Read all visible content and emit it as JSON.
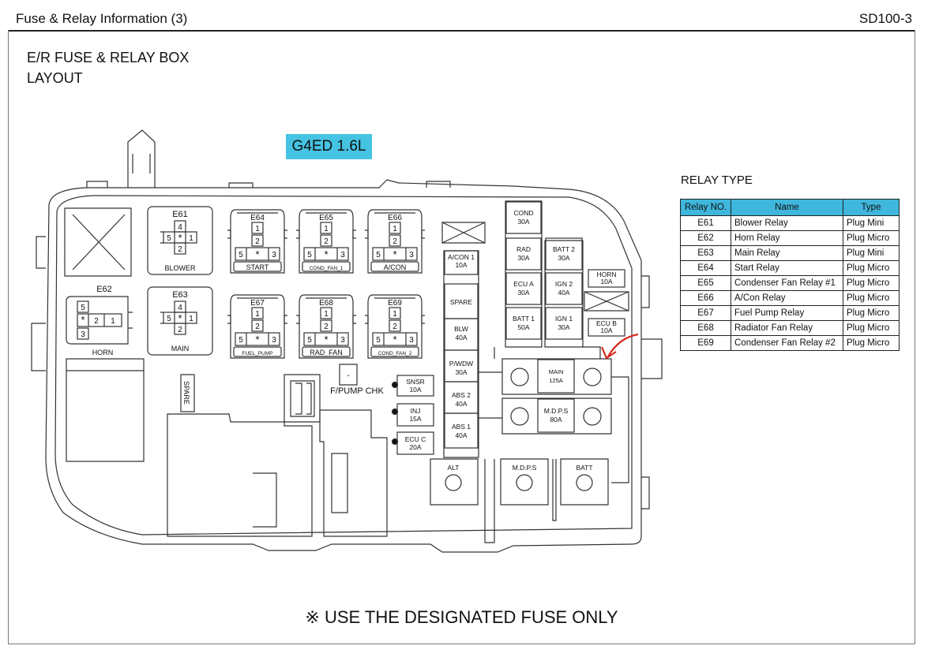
{
  "header": {
    "title": "Fuse & Relay Information (3)",
    "code": "SD100-3"
  },
  "layout_title": [
    "E/R FUSE & RELAY BOX",
    "LAYOUT"
  ],
  "engine_badge": "G4ED 1.6L",
  "relays": {
    "E61": {
      "id": "E61",
      "label": "BLOWER",
      "pins": [
        "4",
        "5",
        "*",
        "1",
        "2"
      ]
    },
    "E62": {
      "id": "E62",
      "label": "HORN",
      "pins": [
        "5",
        "*",
        "2",
        "1",
        "3"
      ]
    },
    "E63": {
      "id": "E63",
      "label": "MAIN",
      "pins": [
        "4",
        "5",
        "*",
        "1",
        "2"
      ]
    },
    "E64": {
      "id": "E64",
      "label": "START",
      "pins": [
        "1",
        "2",
        "5",
        "*",
        "3"
      ]
    },
    "E65": {
      "id": "E65",
      "label": "COND_FAN_1",
      "pins": [
        "1",
        "2",
        "5",
        "*",
        "3"
      ]
    },
    "E66": {
      "id": "E66",
      "label": "A/CON",
      "pins": [
        "1",
        "2",
        "5",
        "*",
        "3"
      ]
    },
    "E67": {
      "id": "E67",
      "label": "FUEL_PUMP",
      "pins": [
        "1",
        "2",
        "5",
        "*",
        "3"
      ]
    },
    "E68": {
      "id": "E68",
      "label": "RAD_FAN",
      "pins": [
        "1",
        "2",
        "5",
        "*",
        "3"
      ]
    },
    "E69": {
      "id": "E69",
      "label": "COND_FAN_2",
      "pins": [
        "1",
        "2",
        "5",
        "*",
        "3"
      ]
    }
  },
  "fuses": {
    "acon1": {
      "name": "A/CON 1",
      "amp": "10A"
    },
    "spare_col": {
      "name": "SPARE"
    },
    "blw": {
      "name": "BLW",
      "amp": "40A"
    },
    "pwdw": {
      "name": "P/WDW",
      "amp": "30A"
    },
    "abs2": {
      "name": "ABS 2",
      "amp": "40A"
    },
    "abs1": {
      "name": "ABS 1",
      "amp": "40A"
    },
    "cond": {
      "name": "COND",
      "amp": "30A"
    },
    "rad": {
      "name": "RAD",
      "amp": "30A"
    },
    "ecua": {
      "name": "ECU A",
      "amp": "30A"
    },
    "batt1": {
      "name": "BATT 1",
      "amp": "50A"
    },
    "batt2": {
      "name": "BATT 2",
      "amp": "30A"
    },
    "ign2": {
      "name": "IGN 2",
      "amp": "40A"
    },
    "ign1": {
      "name": "IGN 1",
      "amp": "30A"
    },
    "horn": {
      "name": "HORN",
      "amp": "10A"
    },
    "ecub": {
      "name": "ECU B",
      "amp": "10A"
    },
    "snsr": {
      "name": "SNSR",
      "amp": "10A"
    },
    "inj": {
      "name": "INJ",
      "amp": "15A"
    },
    "ecuc": {
      "name": "ECU C",
      "amp": "20A"
    },
    "main": {
      "name": "MAIN",
      "amp": "125A"
    },
    "mdps": {
      "name": "M.D.P.S",
      "amp": "80A"
    }
  },
  "spare_vertical": "SPARE",
  "fpump_chk": "F/PUMP CHK",
  "fpump_dash": "-",
  "terminals": {
    "alt": "ALT",
    "mdps": "M.D.P.S",
    "batt": "BATT"
  },
  "relay_type_title": "RELAY TYPE",
  "relay_table": {
    "headers": [
      "Relay NO.",
      "Name",
      "Type"
    ],
    "rows": [
      [
        "E61",
        "Blower Relay",
        "Plug Mini"
      ],
      [
        "E62",
        "Horn Relay",
        "Plug Micro"
      ],
      [
        "E63",
        "Main Relay",
        "Plug Mini"
      ],
      [
        "E64",
        "Start Relay",
        "Plug Micro"
      ],
      [
        "E65",
        "Condenser Fan Relay #1",
        "Plug Micro"
      ],
      [
        "E66",
        "A/Con Relay",
        "Plug Micro"
      ],
      [
        "E67",
        "Fuel Pump Relay",
        "Plug Micro"
      ],
      [
        "E68",
        "Radiator Fan Relay",
        "Plug Micro"
      ],
      [
        "E69",
        "Condenser Fan Relay #2",
        "Plug Micro"
      ]
    ]
  },
  "notice": "※ USE THE DESIGNATED FUSE ONLY",
  "colors": {
    "badge": "#45c3e2",
    "table_header": "#3fb6dc",
    "arrow": "#d32a1e"
  }
}
